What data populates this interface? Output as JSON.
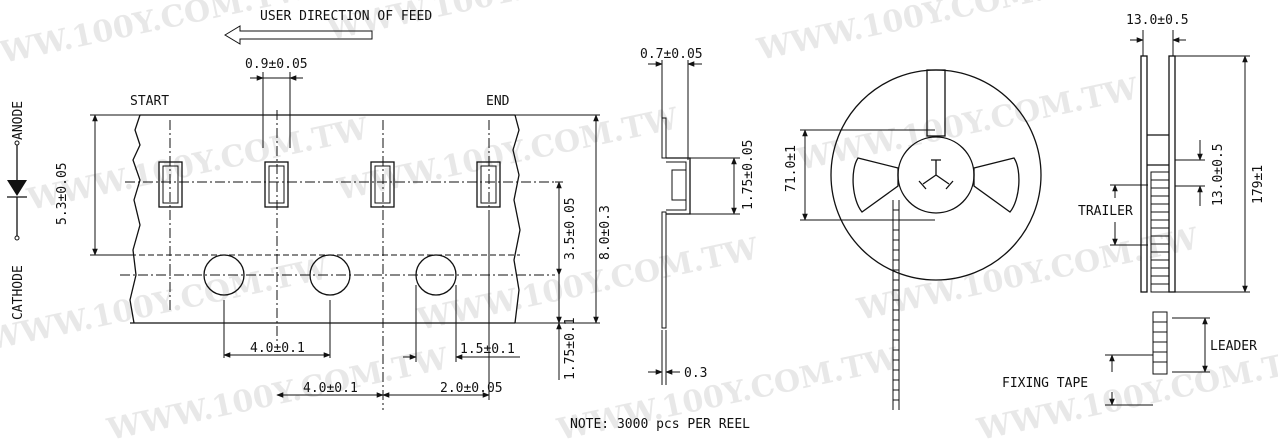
{
  "feed": {
    "text": "USER DIRECTION OF FEED"
  },
  "tape": {
    "start": "START",
    "end": "END",
    "dims": {
      "pocket_width": "0.9±0.05",
      "pocket_pitch_offset": "5.3±0.05",
      "pitch_1": "4.0±0.1",
      "pitch_2": "4.0±0.1",
      "hole_dia": "1.5±0.1",
      "hole_to_pocket": "2.0±0.05",
      "hole_to_center": "3.5±0.05",
      "tape_width": "8.0±0.3",
      "edge_to_hole": "1.75±0.1"
    }
  },
  "polarity": {
    "anode": "ANODE",
    "cathode": "CATHODE"
  },
  "side": {
    "thickness": "0.7±0.05",
    "pocket_depth": "1.75±0.05",
    "tape_thickness": "0.3"
  },
  "reel": {
    "hub": "71.0±1",
    "trailer": "TRAILER",
    "leader": "LEADER",
    "fixing_tape": "FIXING TAPE",
    "width": "13.0±0.5",
    "diameter": "179±1",
    "arbor": "13.0±0.5"
  },
  "note": "NOTE: 3000 pcs PER REEL",
  "watermark": "WWW.100Y.COM.TW"
}
